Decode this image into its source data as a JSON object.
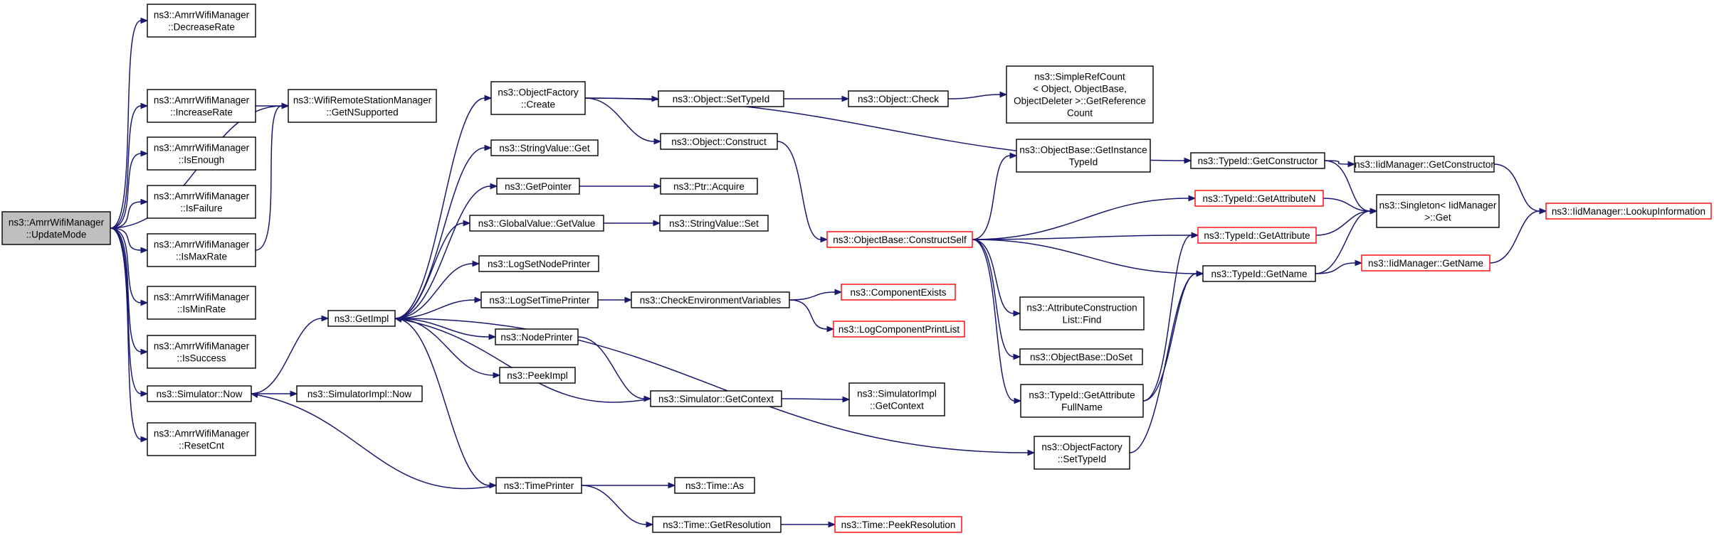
{
  "colors": {
    "edge": "#191970",
    "node_border": "#000000",
    "node_fill": "#ffffff",
    "undocumented_border": "#ff0000",
    "focus_fill": "#bfbfbf"
  },
  "nodes": [
    {
      "id": "update_mode",
      "lines": [
        "ns3::AmrrWifiManager",
        "::UpdateMode"
      ],
      "style": "focus"
    },
    {
      "id": "decrease_rate",
      "lines": [
        "ns3::AmrrWifiManager",
        "::DecreaseRate"
      ],
      "style": "normal"
    },
    {
      "id": "increase_rate",
      "lines": [
        "ns3::AmrrWifiManager",
        "::IncreaseRate"
      ],
      "style": "normal"
    },
    {
      "id": "is_enough",
      "lines": [
        "ns3::AmrrWifiManager",
        "::IsEnough"
      ],
      "style": "normal"
    },
    {
      "id": "is_failure",
      "lines": [
        "ns3::AmrrWifiManager",
        "::IsFailure"
      ],
      "style": "normal"
    },
    {
      "id": "is_max_rate",
      "lines": [
        "ns3::AmrrWifiManager",
        "::IsMaxRate"
      ],
      "style": "normal"
    },
    {
      "id": "is_min_rate",
      "lines": [
        "ns3::AmrrWifiManager",
        "::IsMinRate"
      ],
      "style": "normal"
    },
    {
      "id": "is_success",
      "lines": [
        "ns3::AmrrWifiManager",
        "::IsSuccess"
      ],
      "style": "normal"
    },
    {
      "id": "simulator_now",
      "lines": [
        "ns3::Simulator::Now"
      ],
      "style": "normal"
    },
    {
      "id": "reset_cnt",
      "lines": [
        "ns3::AmrrWifiManager",
        "::ResetCnt"
      ],
      "style": "normal"
    },
    {
      "id": "get_n_supported",
      "lines": [
        "ns3::WifiRemoteStationManager",
        "::GetNSupported"
      ],
      "style": "normal"
    },
    {
      "id": "simulatorimpl_now",
      "lines": [
        "ns3::SimulatorImpl::Now"
      ],
      "style": "normal"
    },
    {
      "id": "get_impl",
      "lines": [
        "ns3::GetImpl"
      ],
      "style": "normal"
    },
    {
      "id": "objectfactory_create",
      "lines": [
        "ns3::ObjectFactory",
        "::Create"
      ],
      "style": "normal"
    },
    {
      "id": "stringvalue_get",
      "lines": [
        "ns3::StringValue::Get"
      ],
      "style": "normal"
    },
    {
      "id": "get_pointer",
      "lines": [
        "ns3::GetPointer"
      ],
      "style": "normal"
    },
    {
      "id": "globalvalue_getvalue",
      "lines": [
        "ns3::GlobalValue::GetValue"
      ],
      "style": "normal"
    },
    {
      "id": "logset_nodeprinter",
      "lines": [
        "ns3::LogSetNodePrinter"
      ],
      "style": "normal"
    },
    {
      "id": "logset_timeprinter",
      "lines": [
        "ns3::LogSetTimePrinter"
      ],
      "style": "normal"
    },
    {
      "id": "node_printer",
      "lines": [
        "ns3::NodePrinter"
      ],
      "style": "normal"
    },
    {
      "id": "peek_impl",
      "lines": [
        "ns3::PeekImpl"
      ],
      "style": "normal"
    },
    {
      "id": "time_printer",
      "lines": [
        "ns3::TimePrinter"
      ],
      "style": "normal"
    },
    {
      "id": "object_settypeid",
      "lines": [
        "ns3::Object::SetTypeId"
      ],
      "style": "normal"
    },
    {
      "id": "object_construct",
      "lines": [
        "ns3::Object::Construct"
      ],
      "style": "normal"
    },
    {
      "id": "ptr_acquire",
      "lines": [
        "ns3::Ptr::Acquire"
      ],
      "style": "normal"
    },
    {
      "id": "stringvalue_set",
      "lines": [
        "ns3::StringValue::Set"
      ],
      "style": "normal"
    },
    {
      "id": "check_env_vars",
      "lines": [
        "ns3::CheckEnvironmentVariables"
      ],
      "style": "normal"
    },
    {
      "id": "simulator_getcontext",
      "lines": [
        "ns3::Simulator::GetContext"
      ],
      "style": "normal"
    },
    {
      "id": "time_as",
      "lines": [
        "ns3::Time::As"
      ],
      "style": "normal"
    },
    {
      "id": "time_getresolution",
      "lines": [
        "ns3::Time::GetResolution"
      ],
      "style": "normal"
    },
    {
      "id": "object_check",
      "lines": [
        "ns3::Object::Check"
      ],
      "style": "normal"
    },
    {
      "id": "component_exists",
      "lines": [
        "ns3::ComponentExists"
      ],
      "style": "undocumented"
    },
    {
      "id": "logcomponent_printlist",
      "lines": [
        "ns3::LogComponentPrintList"
      ],
      "style": "undocumented"
    },
    {
      "id": "simulatorimpl_getcontext",
      "lines": [
        "ns3::SimulatorImpl",
        "::GetContext"
      ],
      "style": "normal"
    },
    {
      "id": "time_peekresolution",
      "lines": [
        "ns3::Time::PeekResolution"
      ],
      "style": "undocumented"
    },
    {
      "id": "simplerefcount_getrefcount",
      "lines": [
        "ns3::SimpleRefCount",
        "< Object, ObjectBase,",
        " ObjectDeleter >::GetReference",
        "Count"
      ],
      "style": "normal"
    },
    {
      "id": "objectbase_getinstancetypeid",
      "lines": [
        "ns3::ObjectBase::GetInstance",
        "TypeId"
      ],
      "style": "normal"
    },
    {
      "id": "objectbase_constructself",
      "lines": [
        "ns3::ObjectBase::ConstructSelf"
      ],
      "style": "undocumented"
    },
    {
      "id": "attrconstruction_find",
      "lines": [
        "ns3::AttributeConstruction",
        "List::Find"
      ],
      "style": "normal"
    },
    {
      "id": "objectbase_doset",
      "lines": [
        "ns3::ObjectBase::DoSet"
      ],
      "style": "normal"
    },
    {
      "id": "typeid_getattributefullname",
      "lines": [
        "ns3::TypeId::GetAttribute",
        "FullName"
      ],
      "style": "normal"
    },
    {
      "id": "objectfactory_settypeid",
      "lines": [
        "ns3::ObjectFactory",
        "::SetTypeId"
      ],
      "style": "normal"
    },
    {
      "id": "typeid_getconstructor",
      "lines": [
        "ns3::TypeId::GetConstructor"
      ],
      "style": "normal"
    },
    {
      "id": "typeid_getattributen",
      "lines": [
        "ns3::TypeId::GetAttributeN"
      ],
      "style": "undocumented"
    },
    {
      "id": "typeid_getattribute",
      "lines": [
        "ns3::TypeId::GetAttribute"
      ],
      "style": "undocumented"
    },
    {
      "id": "typeid_getname",
      "lines": [
        "ns3::TypeId::GetName"
      ],
      "style": "normal"
    },
    {
      "id": "iidmanager_getconstructor",
      "lines": [
        "ns3::IidManager::GetConstructor"
      ],
      "style": "normal"
    },
    {
      "id": "singleton_get",
      "lines": [
        "ns3::Singleton< IidManager",
        " >::Get"
      ],
      "style": "normal"
    },
    {
      "id": "iidmanager_getname",
      "lines": [
        "ns3::IidManager::GetName"
      ],
      "style": "undocumented"
    },
    {
      "id": "iidmanager_lookupinformation",
      "lines": [
        "ns3::IidManager::LookupInformation"
      ],
      "style": "undocumented"
    }
  ],
  "edges": [
    {
      "from": "update_mode",
      "to": "decrease_rate"
    },
    {
      "from": "update_mode",
      "to": "get_n_supported"
    },
    {
      "from": "update_mode",
      "to": "increase_rate"
    },
    {
      "from": "update_mode",
      "to": "is_enough"
    },
    {
      "from": "update_mode",
      "to": "is_failure"
    },
    {
      "from": "update_mode",
      "to": "is_max_rate"
    },
    {
      "from": "update_mode",
      "to": "is_min_rate"
    },
    {
      "from": "update_mode",
      "to": "is_success"
    },
    {
      "from": "update_mode",
      "to": "simulator_now"
    },
    {
      "from": "update_mode",
      "to": "reset_cnt"
    },
    {
      "from": "increase_rate",
      "to": "get_n_supported"
    },
    {
      "from": "is_max_rate",
      "to": "get_n_supported"
    },
    {
      "from": "simulator_now",
      "to": "get_impl"
    },
    {
      "from": "simulator_now",
      "to": "simulatorimpl_now"
    },
    {
      "from": "get_impl",
      "to": "objectfactory_create"
    },
    {
      "from": "get_impl",
      "to": "stringvalue_get"
    },
    {
      "from": "get_impl",
      "to": "get_pointer"
    },
    {
      "from": "get_impl",
      "to": "globalvalue_getvalue"
    },
    {
      "from": "get_impl",
      "to": "logset_nodeprinter"
    },
    {
      "from": "get_impl",
      "to": "logset_timeprinter"
    },
    {
      "from": "get_impl",
      "to": "node_printer"
    },
    {
      "from": "get_impl",
      "to": "peek_impl"
    },
    {
      "from": "get_impl",
      "to": "time_printer"
    },
    {
      "from": "get_impl",
      "to": "objectfactory_settypeid"
    },
    {
      "from": "objectfactory_create",
      "to": "object_settypeid"
    },
    {
      "from": "objectfactory_create",
      "to": "object_construct"
    },
    {
      "from": "objectfactory_create",
      "to": "typeid_getconstructor"
    },
    {
      "from": "object_settypeid",
      "to": "object_check"
    },
    {
      "from": "object_check",
      "to": "simplerefcount_getrefcount"
    },
    {
      "from": "object_construct",
      "to": "objectbase_constructself"
    },
    {
      "from": "get_pointer",
      "to": "ptr_acquire"
    },
    {
      "from": "globalvalue_getvalue",
      "to": "stringvalue_set"
    },
    {
      "from": "logset_timeprinter",
      "to": "check_env_vars"
    },
    {
      "from": "check_env_vars",
      "to": "component_exists"
    },
    {
      "from": "check_env_vars",
      "to": "logcomponent_printlist"
    },
    {
      "from": "node_printer",
      "to": "simulator_getcontext"
    },
    {
      "from": "simulator_getcontext",
      "to": "get_impl"
    },
    {
      "from": "simulator_getcontext",
      "to": "simulatorimpl_getcontext"
    },
    {
      "from": "time_printer",
      "to": "simulator_now"
    },
    {
      "from": "time_printer",
      "to": "time_as"
    },
    {
      "from": "time_printer",
      "to": "time_getresolution"
    },
    {
      "from": "time_getresolution",
      "to": "time_peekresolution"
    },
    {
      "from": "objectbase_constructself",
      "to": "objectbase_getinstancetypeid"
    },
    {
      "from": "objectbase_constructself",
      "to": "typeid_getattributen"
    },
    {
      "from": "objectbase_constructself",
      "to": "typeid_getattribute"
    },
    {
      "from": "objectbase_constructself",
      "to": "typeid_getname"
    },
    {
      "from": "objectbase_constructself",
      "to": "attrconstruction_find"
    },
    {
      "from": "objectbase_constructself",
      "to": "objectbase_doset"
    },
    {
      "from": "objectbase_constructself",
      "to": "typeid_getattributefullname"
    },
    {
      "from": "typeid_getattributefullname",
      "to": "typeid_getattribute"
    },
    {
      "from": "typeid_getattributefullname",
      "to": "typeid_getname"
    },
    {
      "from": "objectfactory_settypeid",
      "to": "typeid_getname"
    },
    {
      "from": "typeid_getconstructor",
      "to": "iidmanager_getconstructor"
    },
    {
      "from": "typeid_getconstructor",
      "to": "singleton_get"
    },
    {
      "from": "typeid_getattributen",
      "to": "singleton_get"
    },
    {
      "from": "typeid_getattribute",
      "to": "singleton_get"
    },
    {
      "from": "typeid_getname",
      "to": "singleton_get"
    },
    {
      "from": "typeid_getname",
      "to": "iidmanager_getname"
    },
    {
      "from": "iidmanager_getconstructor",
      "to": "iidmanager_lookupinformation"
    },
    {
      "from": "iidmanager_getname",
      "to": "iidmanager_lookupinformation"
    }
  ]
}
